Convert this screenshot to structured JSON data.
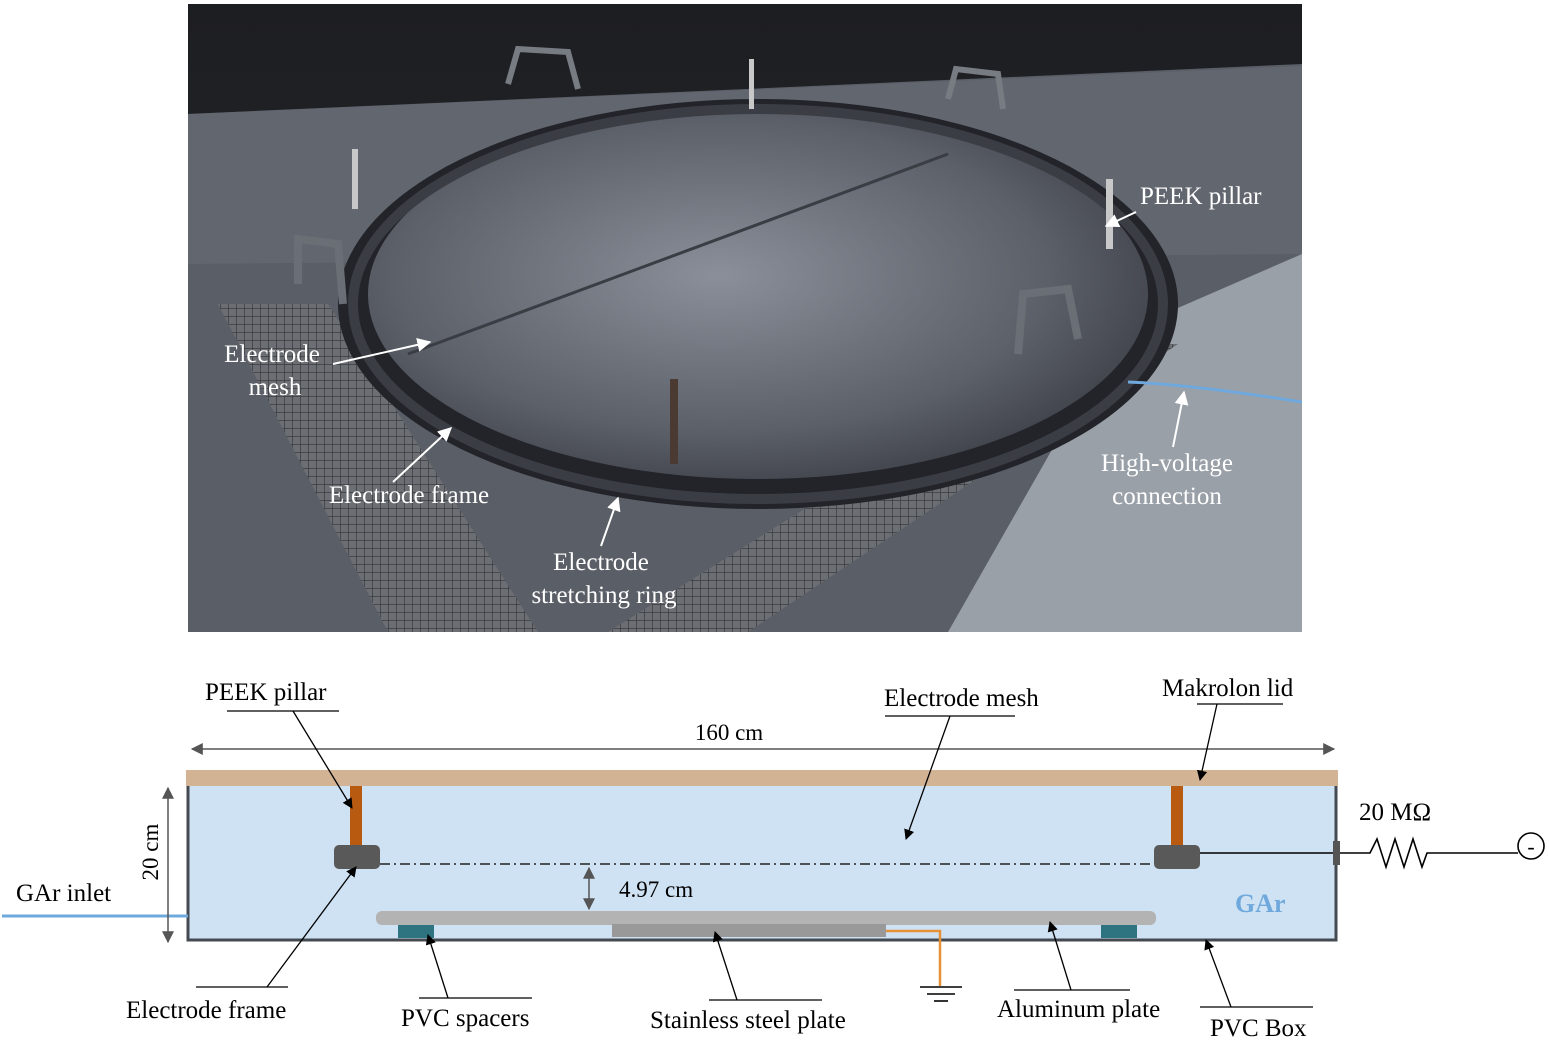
{
  "photo": {
    "labels": {
      "peek_pillar": "PEEK pillar",
      "mesh_line1": "Electrode",
      "mesh_line2": "mesh",
      "frame": "Electrode frame",
      "ring_line1": "Electrode",
      "ring_line2": "stretching ring",
      "hv_line1": "High-voltage",
      "hv_line2": "connection"
    }
  },
  "diagram": {
    "labels": {
      "peek_pillar": "PEEK pillar",
      "electrode_mesh": "Electrode mesh",
      "makrolon_lid": "Makrolon lid",
      "width": "160 cm",
      "height": "20 cm",
      "gap": "4.97 cm",
      "resistor": "20 MΩ",
      "hv_symbol": "-",
      "gar_inlet": "GAr inlet",
      "gas": "GAr",
      "electrode_frame": "Electrode frame",
      "pvc_spacers": "PVC spacers",
      "stainless_steel_plate": "Stainless steel plate",
      "aluminum_plate": "Aluminum plate",
      "pvc_box": "PVC Box"
    },
    "colors": {
      "lid": "#d2b394",
      "gas_volume": "#cfe2f3",
      "pillar": "#b85a10",
      "frame": "#595959",
      "aluminum_plate": "#b3b3b3",
      "steel_plate": "#999999",
      "spacer": "#2e7380",
      "ground_wire": "#e69138",
      "inlet": "#6fa8dc",
      "gas_label": "#6fa8dc"
    }
  }
}
